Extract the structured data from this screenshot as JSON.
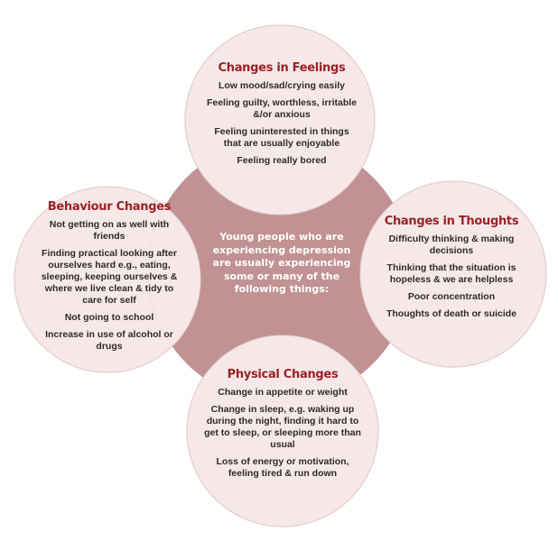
{
  "colors": {
    "outer_circle_fill": "#f6e8e8",
    "outer_circle_stroke": "#efdede",
    "center_fill": "#c19293",
    "heading": "#9b2226",
    "center_text": "#ffffff"
  },
  "center": {
    "text": "Young people who are experiencing depression are usually experiencing some or many of the following things:"
  },
  "feelings": {
    "title": "Changes in Feelings",
    "items": [
      "Low mood/sad/crying easily",
      "Feeling guilty, worthless, irritable &/or anxious",
      "Feeling uninterested in things that are usually enjoyable",
      "Feeling really bored"
    ]
  },
  "behaviour": {
    "title": "Behaviour Changes",
    "items": [
      "Not getting on as well with friends",
      "Finding practical looking after ourselves hard e.g., eating, sleeping, keeping ourselves & where we live clean & tidy to care for self",
      "Not going to school",
      "Increase in use of alcohol or drugs"
    ]
  },
  "thoughts": {
    "title": "Changes in Thoughts",
    "items": [
      "Difficulty thinking & making decisions",
      "Thinking that the situation is hopeless & we are helpless",
      "Poor concentration",
      "Thoughts of death or suicide"
    ]
  },
  "physical": {
    "title": "Physical Changes",
    "items": [
      "Change in appetite or weight",
      "Change in sleep, e.g. waking up during the night, finding it hard to get to sleep, or sleeping more than usual",
      "Loss of energy or motivation, feeling tired  & run down"
    ]
  }
}
